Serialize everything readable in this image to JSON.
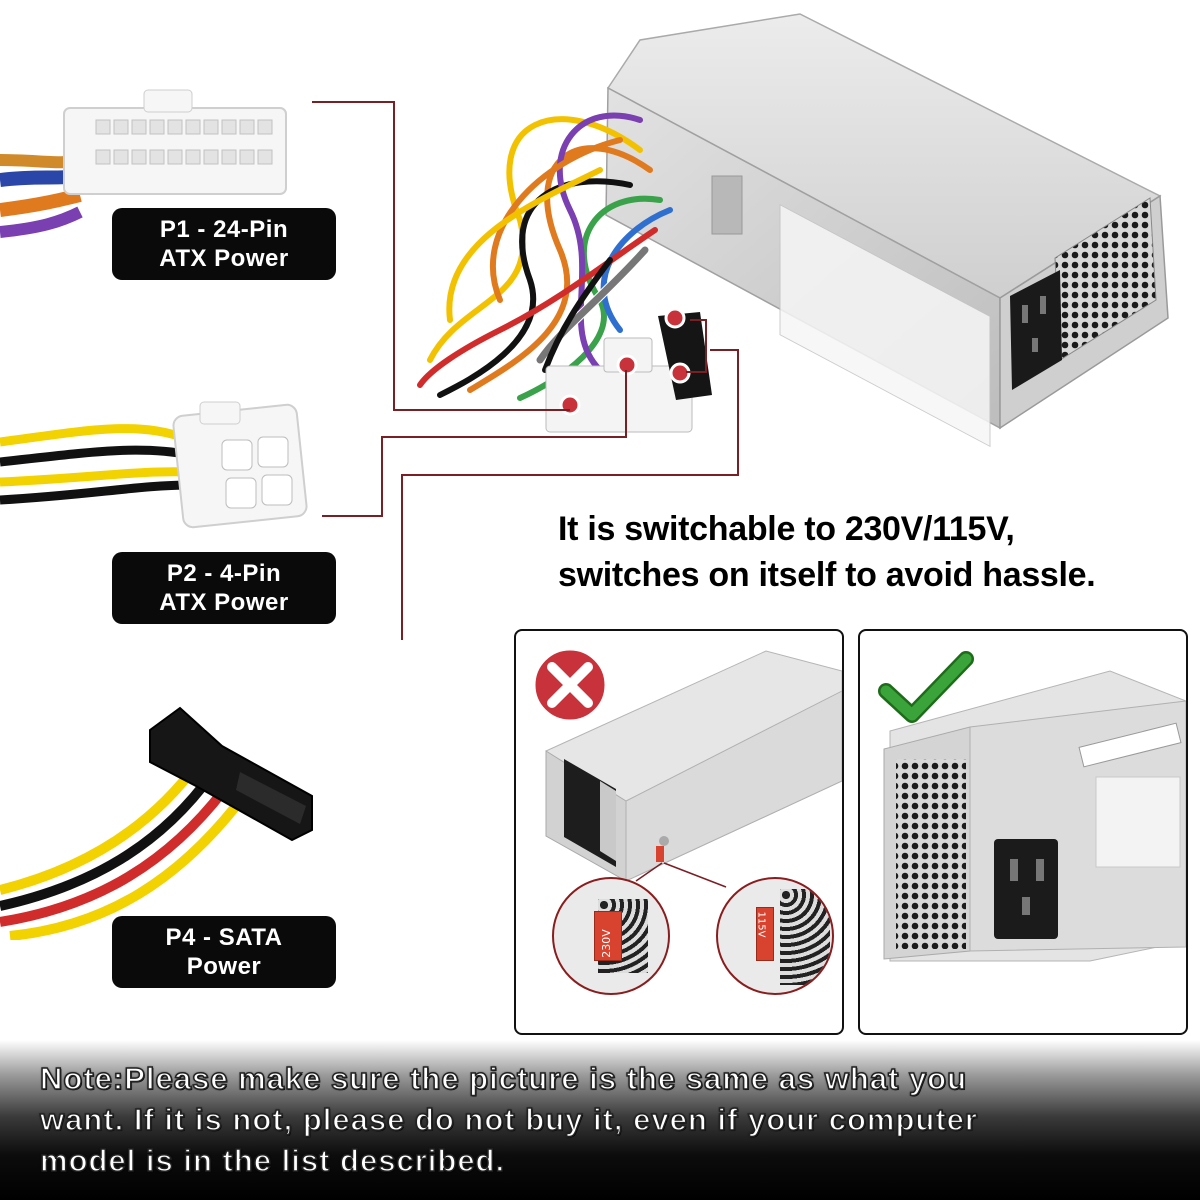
{
  "labels": {
    "p1": {
      "line1": "P1 - 24-Pin",
      "line2": "ATX Power"
    },
    "p2": {
      "line1": "P2 - 4-Pin",
      "line2": "ATX Power"
    },
    "p4": {
      "line1": "P4 - SATA",
      "line2": "Power"
    }
  },
  "headline": {
    "line1": "It is switchable to 230V/115V,",
    "line2": "switches on itself to avoid hassle."
  },
  "panels": {
    "wrong": {
      "switch_value": "230V"
    },
    "right": {
      "switch_value": "115V"
    }
  },
  "note": {
    "line1": "Note:Please make sure the picture is the same as what you",
    "line2": "want. If it is not, please do not buy it,  even if your computer",
    "line3": "model is in the list described."
  },
  "colors": {
    "leader_line": "#7a1f24",
    "wrong_mark": "#c8323a",
    "right_mark": "#2f9a2a",
    "switch_red": "#d8432f"
  }
}
